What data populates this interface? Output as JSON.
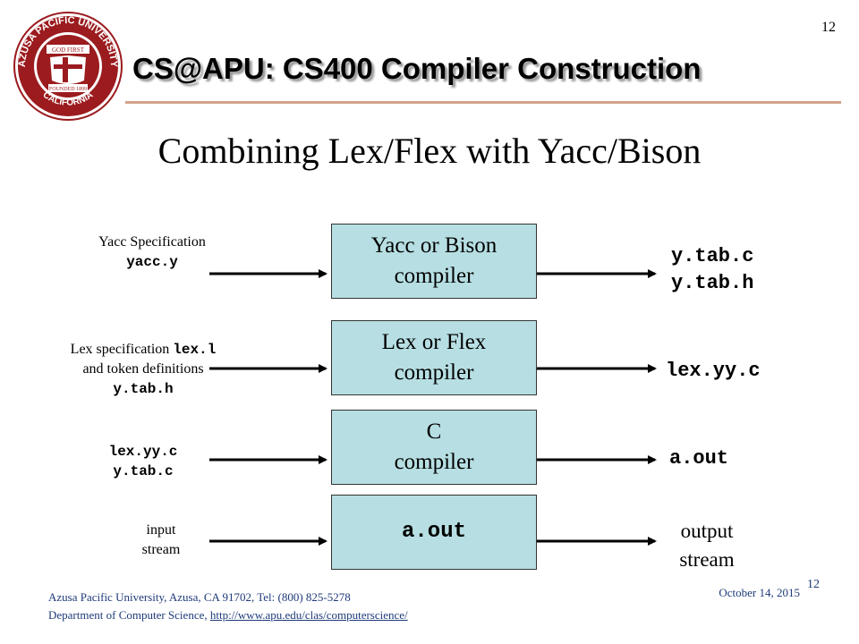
{
  "header": {
    "course_title": "CS@APU: CS400 Compiler Construction",
    "page_number": "12",
    "seal": {
      "outer_text": "AZUSA PACIFIC UNIVERSITY",
      "inner_top": "GOD FIRST",
      "inner_bottom": "FOUNDED 1899",
      "bottom_text": "CALIFORNIA"
    }
  },
  "slide": {
    "title": "Combining Lex/Flex with Yacc/Bison"
  },
  "rows": [
    {
      "input_lines": [
        "Yacc Specification",
        "yacc.y"
      ],
      "box": "Yacc or Bison\ncompiler",
      "output": "y.tab.c\ny.tab.h"
    },
    {
      "input_lines": [
        "Lex specification ",
        "lex.l",
        "and token definitions",
        "y.tab.h"
      ],
      "box": "Lex or Flex\ncompiler",
      "output": "lex.yy.c"
    },
    {
      "input_lines": [
        "lex.yy.c",
        "y.tab.c"
      ],
      "box": "C\ncompiler",
      "output": "a.out"
    },
    {
      "input_lines": [
        "input",
        "stream"
      ],
      "box": "a.out",
      "output": "output\nstream"
    }
  ],
  "footer": {
    "line1": "Azusa Pacific University, Azusa, CA 91702, Tel:  (800) 825-5278",
    "line2_prefix": "Department of Computer Science, ",
    "link": "http://www.apu.edu/clas/computerscience/",
    "date": "October 14, 2015",
    "page_number": "12"
  },
  "colors": {
    "box_fill": "#b7dfe3",
    "seal_red": "#9b1b1e",
    "footer_text": "#1e3a7a"
  }
}
